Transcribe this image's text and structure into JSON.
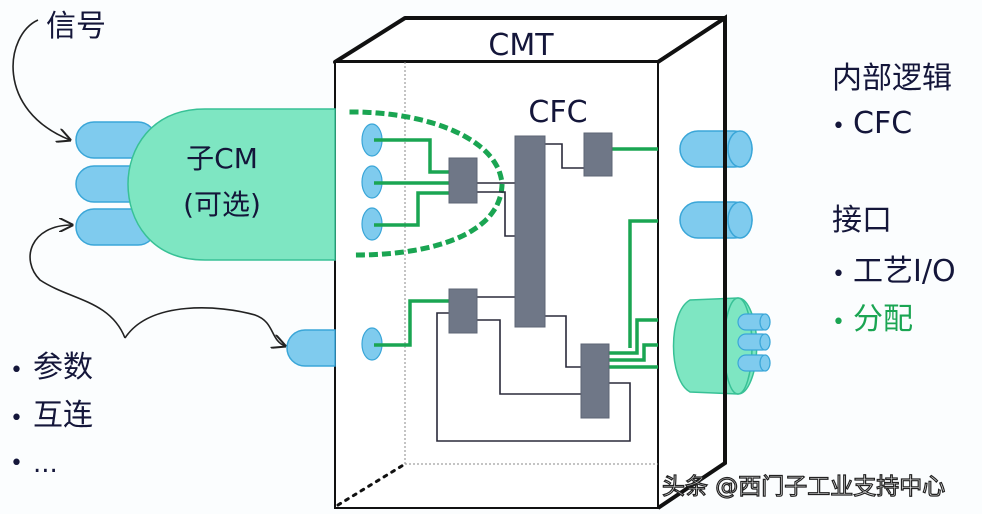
{
  "diagram": {
    "title": "CMT",
    "inner_label": "CFC",
    "sub_cm": {
      "line1": "子CM",
      "line2": "(可选)"
    },
    "left_labels": {
      "signal": "信号",
      "bullets": [
        "参数",
        "互连",
        "..."
      ]
    },
    "right_labels": {
      "section1_heading": "内部逻辑",
      "section1_items": [
        "CFC"
      ],
      "section2_heading": "接口",
      "section2_items": [
        {
          "text": "工艺I/O",
          "highlight": false
        },
        {
          "text": "分配",
          "highlight": true
        }
      ]
    },
    "bullet_glyph": "•",
    "watermark": "头条 @西门子工业支持中心",
    "colors": {
      "outline": "#111111",
      "text": "#14163a",
      "accent_green": "#1aa552",
      "submodule_fill": "#7ee6c2",
      "connector_fill": "#7fcbee",
      "block_fill": "#6f7787"
    }
  }
}
